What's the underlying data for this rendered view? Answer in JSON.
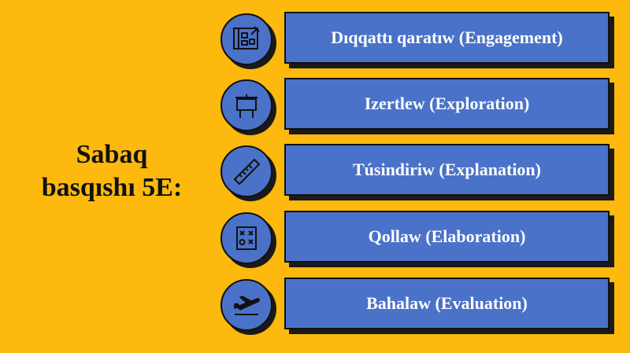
{
  "title": {
    "line1": "Sabaq",
    "line2": "basqıshı 5E:"
  },
  "steps": [
    {
      "label": "Dıqqattı qaratıw (Engagement)",
      "icon": "blueprint-icon"
    },
    {
      "label": "Izertlew (Exploration)",
      "icon": "billboard-icon"
    },
    {
      "label": "Túsindiriw (Explanation)",
      "icon": "ruler-icon"
    },
    {
      "label": "Qollaw (Elaboration)",
      "icon": "tactics-board-icon"
    },
    {
      "label": "Bahalaw (Evaluation)",
      "icon": "airplane-takeoff-icon"
    }
  ],
  "colors": {
    "background": "#FDB90D",
    "box": "#4A72C8",
    "shadow": "#1a1a1a",
    "text": "#ffffff"
  }
}
